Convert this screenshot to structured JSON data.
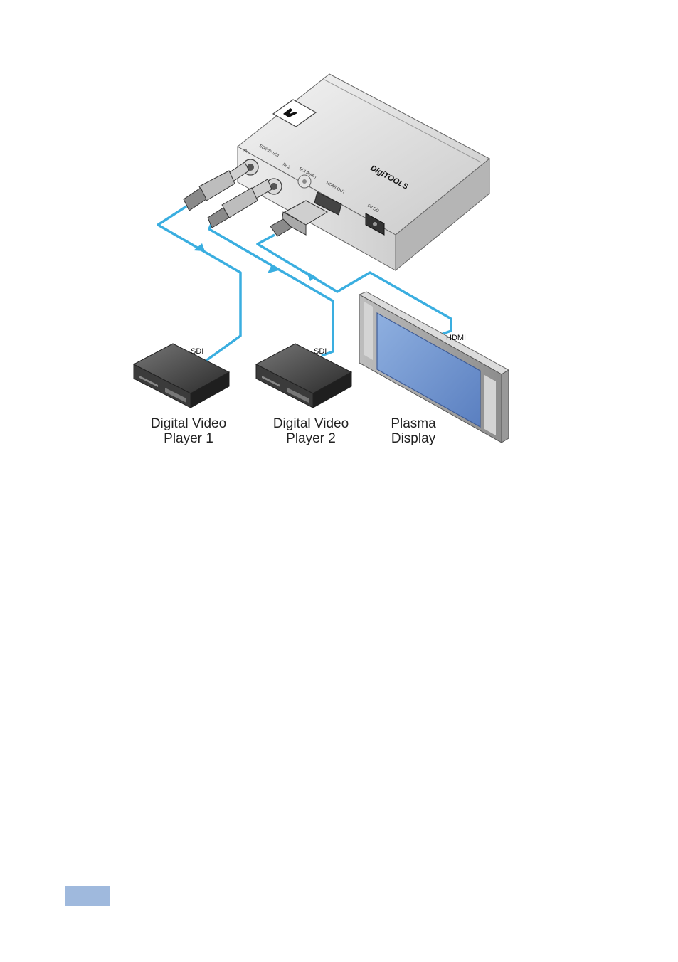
{
  "labels": {
    "sdi_1": "SDI",
    "sdi_2": "SDI",
    "hdmi": "HDMI"
  },
  "device_panel": {
    "in1": "IN 1",
    "sdhd_sdi": "SD/HD-SDI",
    "in2": "IN 2",
    "sdi_audio": "SDI Audio",
    "hdmi_out": "HDMI\nOUT",
    "power": "5V DC",
    "brand": "DigiTOOLS"
  },
  "captions": {
    "player1": "Digital Video\nPlayer 1",
    "player2": "Digital Video\nPlayer 2",
    "display": "Plasma\nDisplay"
  },
  "colors": {
    "cable": "#3aaee0",
    "page_tab": "#9fb9dd",
    "screen": "#6f8fc8"
  }
}
